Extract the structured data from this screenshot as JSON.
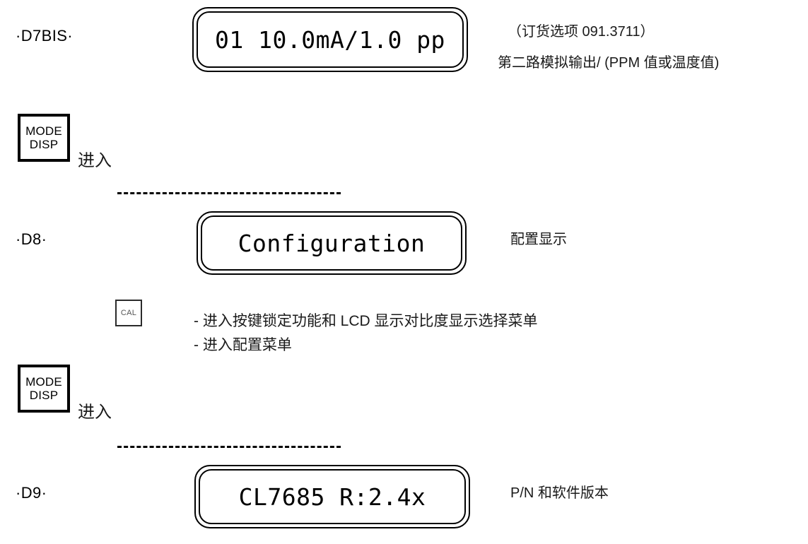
{
  "steps": [
    {
      "id": "·D7BIS·",
      "display_text": "01 10.0mA/1.0 pp",
      "note_line1": "（订货选项 091.3711）",
      "note_line2": "第二路模拟输出/ (PPM 值或温度值)"
    },
    {
      "id": "·D8·",
      "display_text": "Configuration",
      "note_line1": "配置显示"
    },
    {
      "id": "·D9·",
      "display_text": "CL7685 R:2.4x",
      "note_line1": "P/N 和软件版本"
    }
  ],
  "keys": {
    "mode_line1": "MODE",
    "mode_line2": "DISP",
    "mode_caption": "进入",
    "cal_label": "CAL"
  },
  "cal_actions": {
    "line1": "- 进入按键锁定功能和 LCD 显示对比度显示选择菜单",
    "line2": "- 进入配置菜单"
  },
  "colors": {
    "ink": "#000000",
    "text": "#1a1a1a",
    "background": "#ffffff"
  }
}
